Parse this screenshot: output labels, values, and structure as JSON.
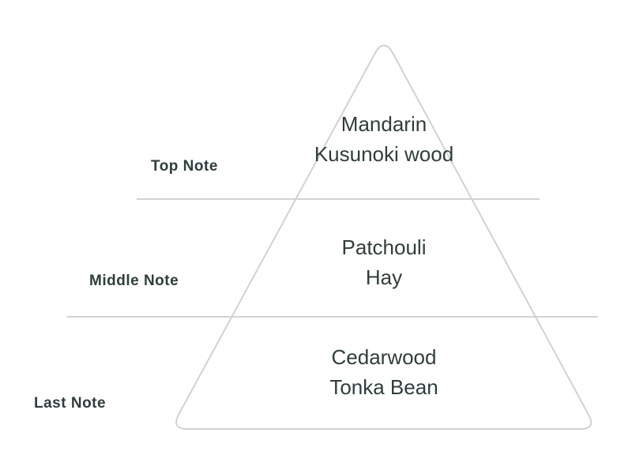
{
  "tiers": [
    {
      "label": "Top Note",
      "notes": [
        "Mandarin",
        "Kusunoki wood"
      ]
    },
    {
      "label": "Middle Note",
      "notes": [
        "Patchouli",
        "Hay"
      ]
    },
    {
      "label": "Last Note",
      "notes": [
        "Cedarwood",
        "Tonka Bean"
      ]
    }
  ],
  "colors": {
    "text": "#2f3e3c",
    "line": "#cfd3d2"
  }
}
